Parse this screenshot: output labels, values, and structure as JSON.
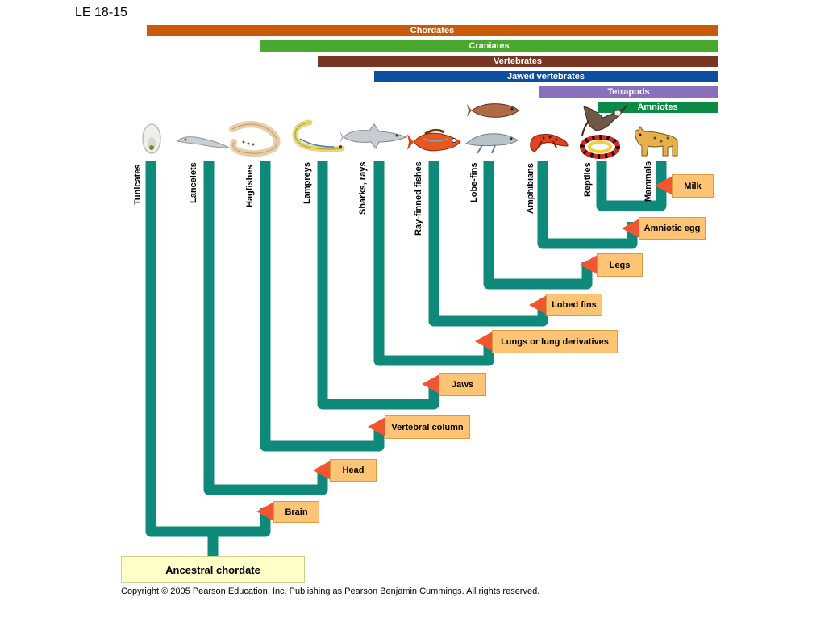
{
  "slide_label": "LE 18-15",
  "clades": [
    {
      "name": "Chordates",
      "color": "#c85a0a"
    },
    {
      "name": "Craniates",
      "color": "#4aa82e"
    },
    {
      "name": "Vertebrates",
      "color": "#7a3422"
    },
    {
      "name": "Jawed vertebrates",
      "color": "#0d4e9e"
    },
    {
      "name": "Tetrapods",
      "color": "#8870bc"
    },
    {
      "name": "Amniotes",
      "color": "#0a8a45"
    }
  ],
  "taxa": [
    "Tunicates",
    "Lancelets",
    "Hagfishes",
    "Lampreys",
    "Sharks, rays",
    "Ray-finned fishes",
    "Lobe-fins",
    "Amphibians",
    "Reptiles",
    "Mammals"
  ],
  "traits": [
    "Brain",
    "Head",
    "Vertebral column",
    "Jaws",
    "Lungs or lung derivatives",
    "Lobed fins",
    "Legs",
    "Amniotic egg",
    "Milk"
  ],
  "ancestor": "Ancestral chordate",
  "copyright": "Copyright © 2005 Pearson Education, Inc. Publishing as Pearson Benjamin Cummings. All rights reserved.",
  "colors": {
    "branch": "#0f8a7a",
    "trait_box": "#fcc474",
    "trait_arrow": "#f25532",
    "ancestor_box": "#ffffc8"
  },
  "icons": [
    "tunicate-icon",
    "lancelet-icon",
    "hagfish-icon",
    "lamprey-icon",
    "shark-icon",
    "ray-finned-fish-icon",
    "coelacanth-icon",
    "lungfish-icon",
    "salamander-icon",
    "bird-icon",
    "snake-icon",
    "bobcat-icon"
  ]
}
